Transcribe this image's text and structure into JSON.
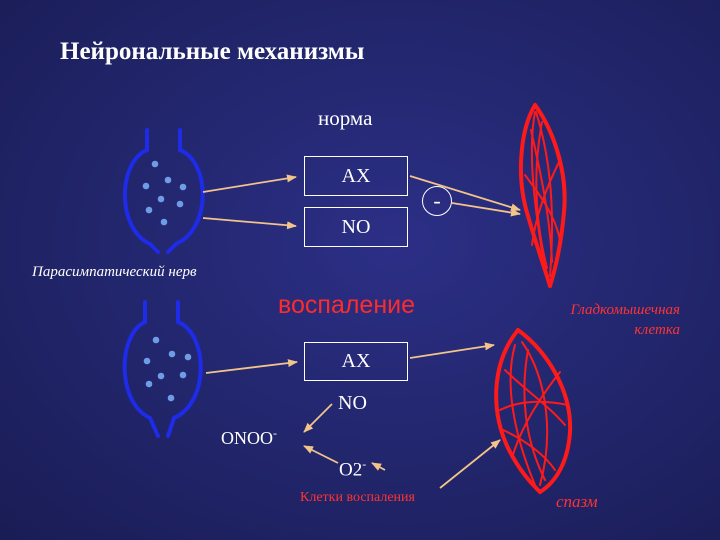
{
  "title": "Нейрональные механизмы",
  "labels": {
    "norma": "норма",
    "ax_top": "AX",
    "no_top": "NO",
    "minus": "-",
    "nerve": "Парасимпатический нерв",
    "inflammation": "воспаление",
    "smooth_muscle_cell": "Гладкомышечная клетка",
    "ax_bottom": "AX",
    "no_bottom": "NO",
    "onoo": "ONOO",
    "onoo_charge": "-",
    "o2": "O2",
    "o2_charge": "-",
    "inflammatory_cells": "Клетки воспаления",
    "spasm": "спазм"
  },
  "colors": {
    "background": "#23276f",
    "nerve": "#1e2be8",
    "vesicle": "#5b8fe0",
    "muscle": "#ff1a1a",
    "arrow": "#f2c48a",
    "text": "#ffffff",
    "accent_text": "#ff3333"
  }
}
